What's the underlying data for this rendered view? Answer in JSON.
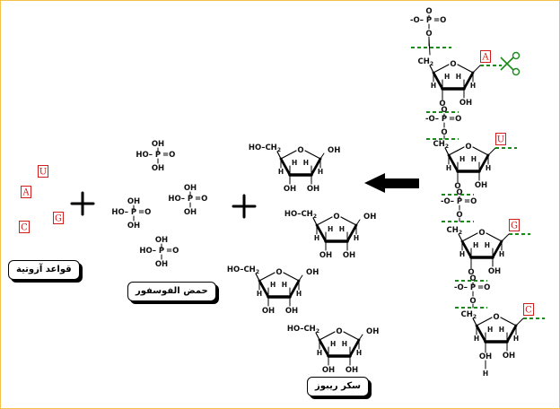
{
  "labels": {
    "bases": "قواعد آزوتية",
    "phosphoric_acid": "حمض الفوسفور",
    "ribose_sugar": "سكر ريبوز"
  },
  "free_bases": [
    "U",
    "A",
    "G",
    "C"
  ],
  "chain_bases": [
    "A",
    "U",
    "G",
    "C"
  ],
  "phosphate": {
    "oh": "OH",
    "ho": "HO",
    "p": "P",
    "eq_o": "=O",
    "o_minus": "-O",
    "o": "O",
    "neg_sign": "-"
  },
  "sugar": {
    "ho_ch2": "HO–CH",
    "ch2": "CH",
    "sub2": "2",
    "h": "H",
    "oh": "OH",
    "o": "O"
  },
  "colors": {
    "base_red": "#d21d1d",
    "cut_green": "#1a8a1a",
    "frame": "#f3c24a"
  },
  "icons": [
    "plus-icon",
    "arrow-left-icon",
    "scissors-icon"
  ]
}
